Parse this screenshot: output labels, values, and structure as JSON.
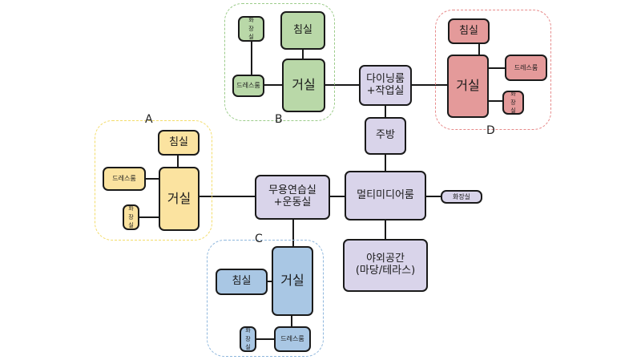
{
  "zones": {
    "a": {
      "label": "A",
      "color": "#f3dc6a"
    },
    "b": {
      "label": "B",
      "color": "#9ccc8a"
    },
    "c": {
      "label": "C",
      "color": "#8fb7dd"
    },
    "d": {
      "label": "D",
      "color": "#e78b8b"
    }
  },
  "rooms": {
    "dining": "다이닝룸\n+작업실",
    "kitchen": "주방",
    "multimedia": "멀티미디어룸",
    "hub_bath": "화장실",
    "outdoor": "야외공간\n(마당/테라스)",
    "dance": "무용연습실\n+운동실",
    "a_bedroom": "침실",
    "a_dress": "드레스룸",
    "a_living": "거실",
    "a_bath": "화\n장\n실",
    "b_bath": "화\n장\n실",
    "b_bedroom": "침실",
    "b_dress": "드레스룸",
    "b_living": "거실",
    "c_bedroom": "침실",
    "c_living": "거실",
    "c_bath": "화\n장\n실",
    "c_dress": "드레스룸",
    "d_bedroom": "침실",
    "d_living": "거실",
    "d_dress": "드레스룸",
    "d_bath": "화\n장\n실"
  },
  "colors": {
    "line": "#1a1a1a"
  }
}
